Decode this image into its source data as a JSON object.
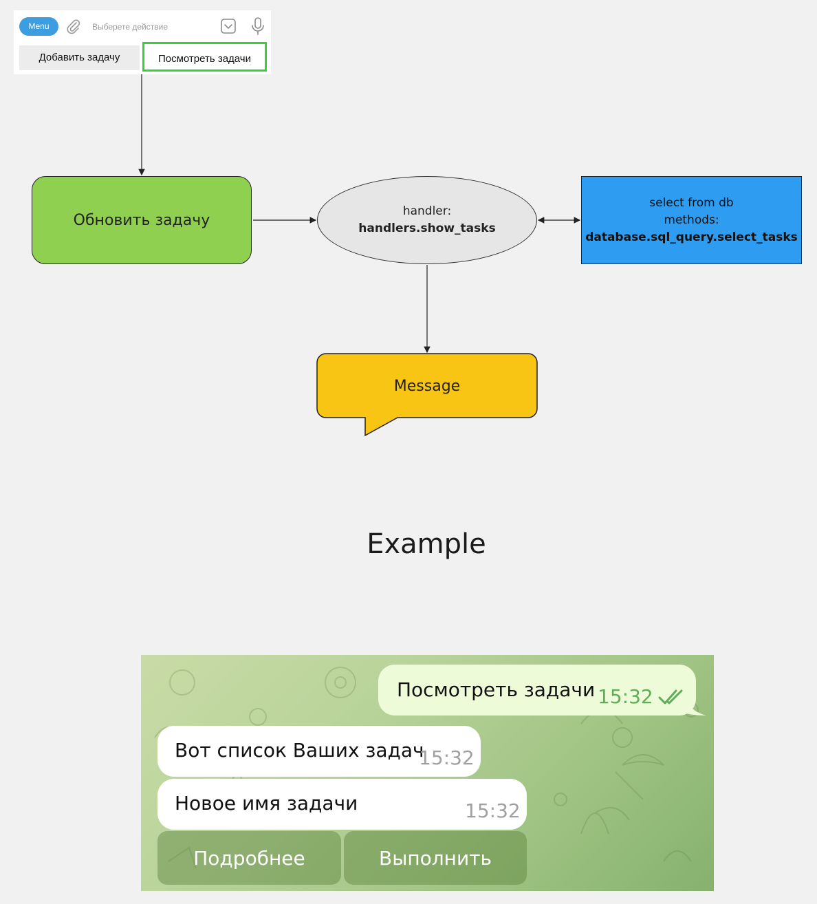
{
  "telegram_panel": {
    "menu_label": "Menu",
    "input_placeholder": "Выберете действие",
    "keyboard": {
      "add_task": "Добавить задачу",
      "view_tasks": "Посмотреть задачи"
    },
    "highlight_color": "#35d335",
    "icons": [
      "paperclip-icon",
      "keyboard-toggle-icon",
      "microphone-icon"
    ]
  },
  "diagram": {
    "update_box": "Обновить задачу",
    "handler": {
      "prefix": "handler:",
      "name": "handlers.show_tasks"
    },
    "db": {
      "line1": "select from db",
      "line2": "methods:",
      "method": "database.sql_query.select_tasks"
    },
    "message": "Message",
    "colors": {
      "update_box": "#90d050",
      "handler": "#e6e6e6",
      "db_box": "#2e9cf0",
      "message": "#f8c515"
    }
  },
  "example_heading": "Example",
  "chat": {
    "outgoing": {
      "text": "Посмотреть задачи",
      "time": "15:32",
      "status_icon": "double-check-icon"
    },
    "incoming": [
      {
        "text": "Вот список Ваших задач",
        "time": "15:32"
      },
      {
        "text": "Новое имя задачи",
        "time": "15:32"
      }
    ],
    "inline_buttons": [
      "Подробнее",
      "Выполнить"
    ]
  }
}
